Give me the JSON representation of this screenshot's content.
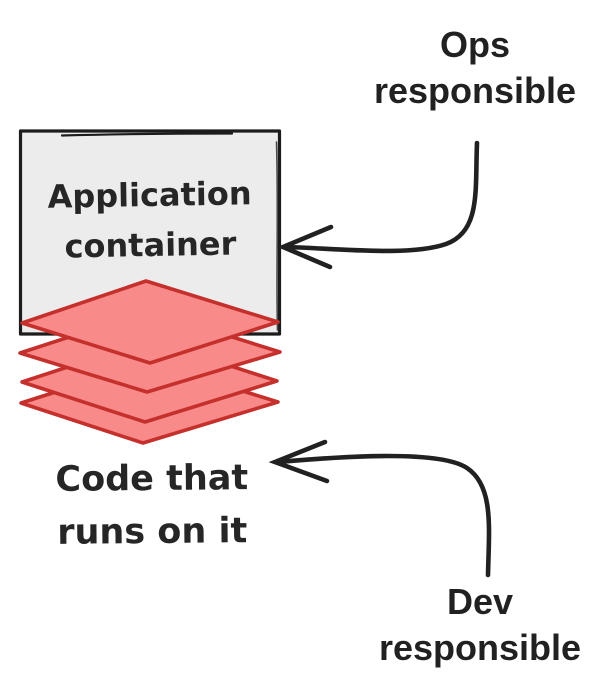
{
  "diagram": {
    "title_hint": "container responsibility diagram",
    "box": {
      "label_line1": "Application",
      "label_line2": "container"
    },
    "code_layers": {
      "count": 4,
      "label_line1": "Code that",
      "label_line2": "runs on it"
    },
    "ops": {
      "label_line1": "Ops",
      "label_line2": "responsible",
      "arrow_target": "application-container-box"
    },
    "dev": {
      "label_line1": "Dev",
      "label_line2": "responsible",
      "arrow_target": "code-layers"
    },
    "colors": {
      "layer_fill": "#f98a8a",
      "layer_stroke": "#c5302c",
      "box_fill": "#ececec",
      "box_stroke": "#1c1c1c",
      "ink": "#212121"
    }
  }
}
